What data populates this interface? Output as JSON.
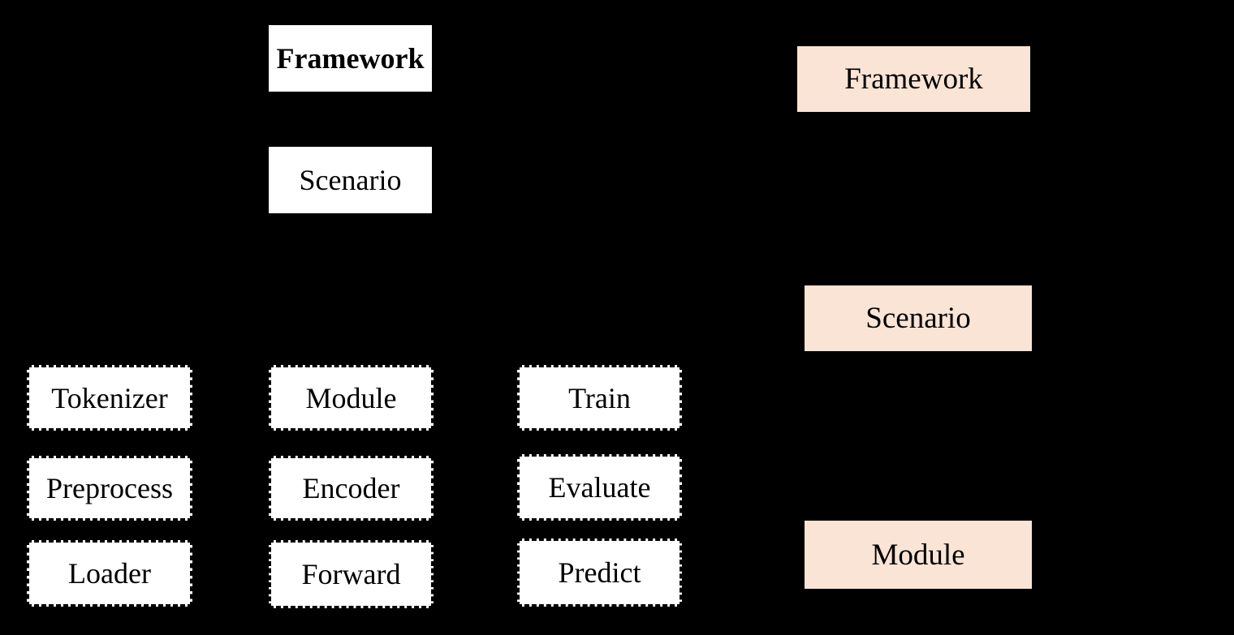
{
  "colors": {
    "bg": "#000000",
    "box-white": "#ffffff",
    "box-peach": "#fae4d5",
    "box-border": "#000000",
    "text": "#000000"
  },
  "diagram": {
    "solid_boxes": {
      "framework": "Framework",
      "scenario": "Scenario"
    },
    "dashed_boxes": {
      "col1": [
        "Tokenizer",
        "Preprocess",
        "Loader"
      ],
      "col2": [
        "Module",
        "Encoder",
        "Forward"
      ],
      "col3": [
        "Train",
        "Evaluate",
        "Predict"
      ]
    },
    "highlight_boxes": {
      "framework": "Framework",
      "scenario": "Scenario",
      "module": "Module"
    }
  }
}
